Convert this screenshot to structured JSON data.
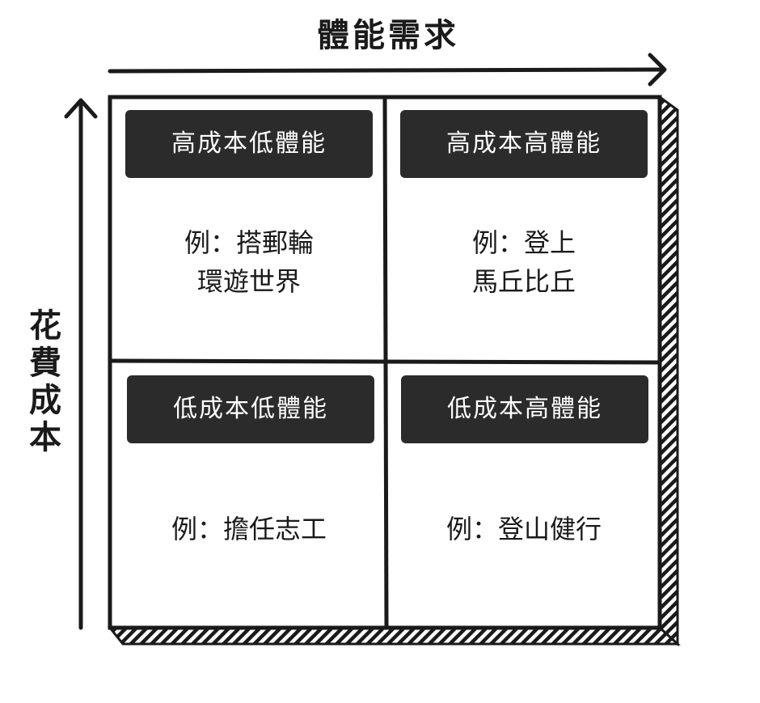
{
  "axes": {
    "x_title": "體能需求",
    "y_title": "花費成本"
  },
  "quadrants": {
    "top_left": {
      "label": "高成本低體能",
      "example_lines": [
        "例：搭郵輪",
        "環遊世界"
      ]
    },
    "top_right": {
      "label": "高成本高體能",
      "example_lines": [
        "例：登上",
        "馬丘比丘"
      ]
    },
    "bottom_left": {
      "label": "低成本低體能",
      "example_lines": [
        "例：擔任志工"
      ]
    },
    "bottom_right": {
      "label": "低成本高體能",
      "example_lines": [
        "例：登山健行"
      ]
    }
  },
  "colors": {
    "ink": "#1a1a1a",
    "badge_fill": "#2b2b2b",
    "badge_text": "#ffffff",
    "background": "#ffffff"
  }
}
